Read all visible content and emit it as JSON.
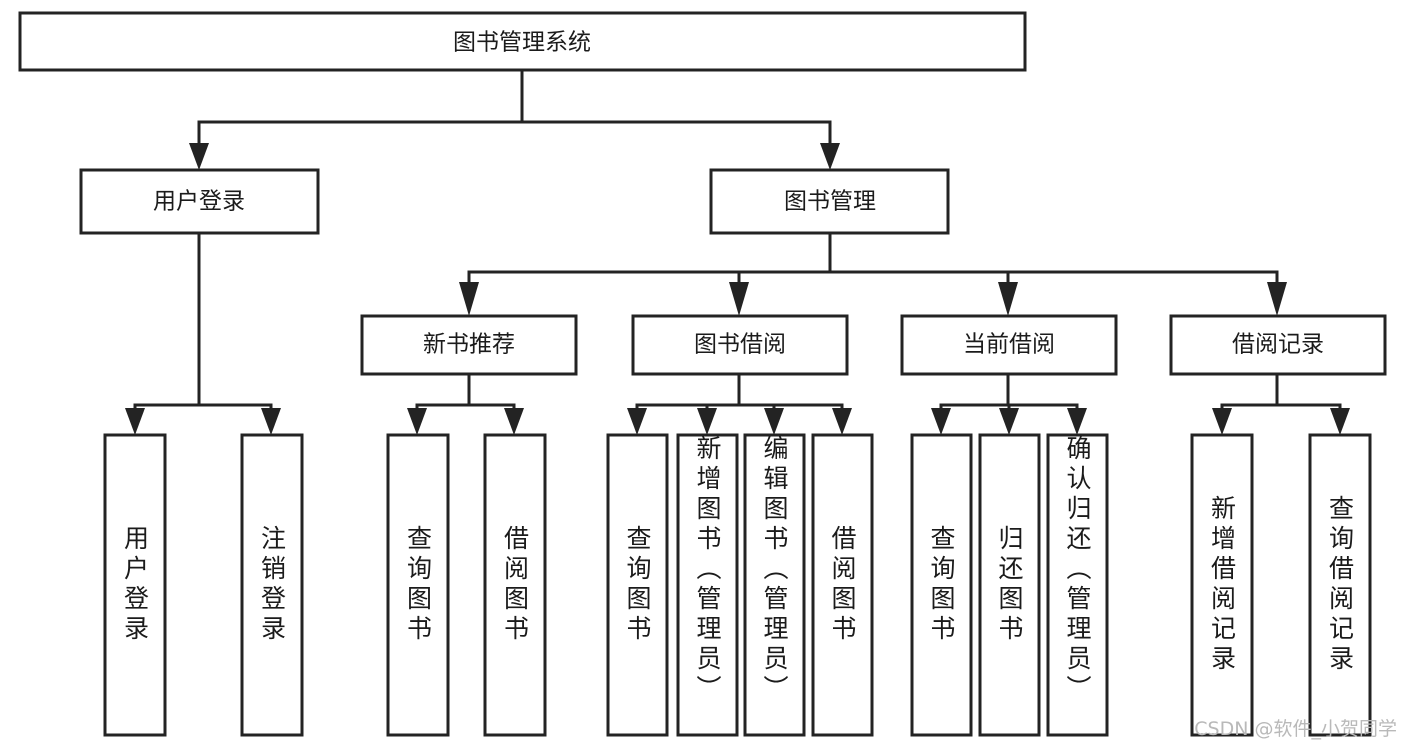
{
  "diagram": {
    "title": "图书管理系统",
    "root": {
      "label": "图书管理系统"
    },
    "level2": [
      {
        "label": "用户登录"
      },
      {
        "label": "图书管理"
      }
    ],
    "level3": [
      {
        "label": "新书推荐"
      },
      {
        "label": "图书借阅"
      },
      {
        "label": "当前借阅"
      },
      {
        "label": "借阅记录"
      }
    ],
    "leaves": {
      "user_login": [
        {
          "label": "用户登录"
        },
        {
          "label": "注销登录"
        }
      ],
      "new_book": [
        {
          "label": "查询图书"
        },
        {
          "label": "借阅图书"
        }
      ],
      "book_borrow": [
        {
          "label": "查询图书"
        },
        {
          "label": "新增图书（管理员）"
        },
        {
          "label": "编辑图书（管理员）"
        },
        {
          "label": "借阅图书"
        }
      ],
      "current_borrow": [
        {
          "label": "查询图书"
        },
        {
          "label": "归还图书"
        },
        {
          "label": "确认归还（管理员）"
        }
      ],
      "borrow_record": [
        {
          "label": "新增借阅记录"
        },
        {
          "label": "查询借阅记录"
        }
      ]
    }
  },
  "watermark": {
    "text": "CSDN @软件_小贺同学"
  },
  "colors": {
    "stroke": "#232323",
    "fill": "#ffffff",
    "text": "#1b1b1b",
    "watermark": "#b9b9b9"
  }
}
